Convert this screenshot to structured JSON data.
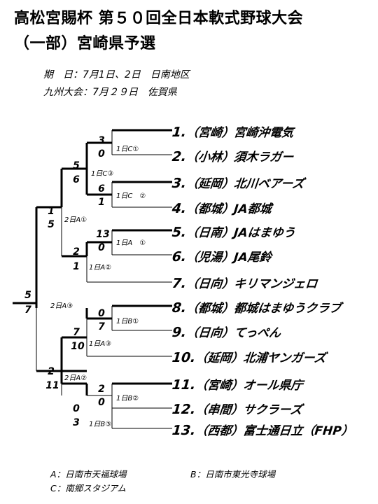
{
  "title": {
    "line1": "高松宮賜杯 第５０回全日本軟式野球大会",
    "line2": "（一部）宮崎県予選"
  },
  "info": {
    "period_label": "期　日：",
    "period_value": "7月1日、2日　日南地区",
    "kyushu_label": "九州大会：",
    "kyushu_value": "7月２９日　佐賀県"
  },
  "teams": [
    {
      "num": "1.",
      "region": "（宮崎）",
      "name": "宮崎沖電気"
    },
    {
      "num": "2.",
      "region": "（小林）",
      "name": "須木ラガー"
    },
    {
      "num": "3.",
      "region": "（延岡）",
      "name": "北川ベアーズ"
    },
    {
      "num": "4.",
      "region": "（都城）",
      "name": "JA都城"
    },
    {
      "num": "5.",
      "region": "（日南）",
      "name": "JAはまゆう"
    },
    {
      "num": "6.",
      "region": "（児湯）",
      "name": "JA尾鈴"
    },
    {
      "num": "7.",
      "region": "（日向）",
      "name": "キリマンジェロ"
    },
    {
      "num": "8.",
      "region": "（都城）",
      "name": "都城はまゆうクラブ"
    },
    {
      "num": "9.",
      "region": "（日向）",
      "name": "てっぺん"
    },
    {
      "num": "10.",
      "region": "（延岡）",
      "name": "北浦ヤンガーズ"
    },
    {
      "num": "11.",
      "region": "（宮崎）",
      "name": "オール県庁"
    },
    {
      "num": "12.",
      "region": "（串間）",
      "name": "サクラーズ"
    },
    {
      "num": "13.",
      "region": "（西都）",
      "name": "富士通日立（FHP）"
    }
  ],
  "scores": {
    "m1_top": "3",
    "m1_bot": "0",
    "m2_top": "6",
    "m2_bot": "1",
    "m3_top": "13",
    "m3_bot": "0",
    "m4_top": "2",
    "m4_bot": "1",
    "m5_top": "5",
    "m5_bot": "6",
    "m6_top": "0",
    "m6_bot": "7",
    "m7_top": "7",
    "m7_bot": "10",
    "m8_top": "2",
    "m8_bot": "0",
    "m9_top": "0",
    "m9_bot": "3",
    "m10_top": "1",
    "m10_bot": "5",
    "m11_top": "2",
    "m11_bot": "11",
    "final_top": "5",
    "final_bot": "7"
  },
  "games": {
    "g1": "1日C①",
    "g2": "1日C③",
    "g3": "1日C　②",
    "g4": "2日A①",
    "g5": "1日A　①",
    "g6": "1日A②",
    "g7": "2日A③",
    "g8": "1日B①",
    "g9": "1日A③",
    "g10": "2日A②",
    "g11": "1日B②",
    "g12": "1日B③"
  },
  "legend": {
    "a": "A：日南市天福球場",
    "b": "B：日南市東光寺球場",
    "c": "C：南郷スタジアム"
  }
}
